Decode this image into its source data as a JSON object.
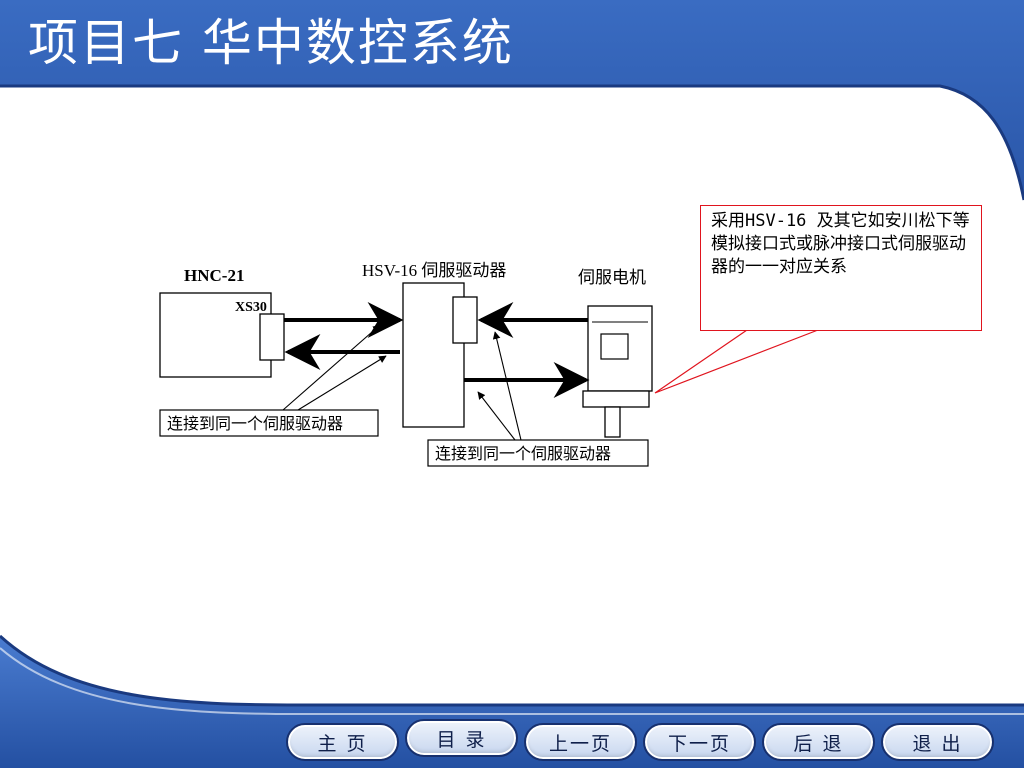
{
  "title": "项目七  华中数控系统",
  "diagram": {
    "hnc_label": "HNC-21",
    "xs30_label": "XS30",
    "hsv_label": "HSV-16 伺服驱动器",
    "motor_label": "伺服电机",
    "note_left": "连接到同一个伺服驱动器",
    "note_right": "连接到同一个伺服驱动器"
  },
  "callout": {
    "text": "采用HSV-16 及其它如安川松下等模拟接口式或脉冲接口式伺服驱动器的一一对应关系"
  },
  "nav": {
    "home": "主 页",
    "contents": "目 录",
    "prev": "上一页",
    "next": "下一页",
    "back": "后 退",
    "exit": "退 出"
  },
  "colors": {
    "header_blue": "#2f5fb3",
    "dark_blue": "#1a3a80",
    "callout_border": "#e0141e"
  }
}
